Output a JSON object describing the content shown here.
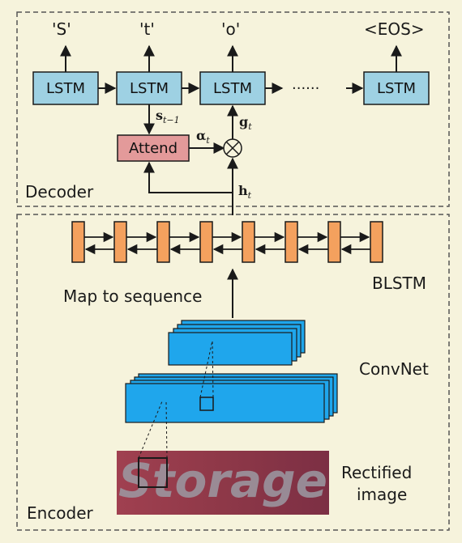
{
  "decoder": {
    "section_label": "Decoder",
    "outputs": [
      "'S'",
      "'t'",
      "'o'",
      "<EOS>"
    ],
    "lstm_label": "LSTM",
    "dots": "......",
    "attend_label": "Attend",
    "math": {
      "s_prev": "s",
      "s_prev_sub": "t−1",
      "alpha": "α",
      "alpha_sub": "t",
      "g": "g",
      "g_sub": "t",
      "h": "h",
      "h_sub": "t",
      "otimes": "⊗"
    }
  },
  "encoder": {
    "section_label": "Encoder",
    "blstm_label": "BLSTM",
    "map_label": "Map to sequence",
    "convnet_label": "ConvNet",
    "rectified_label_line1": "Rectified",
    "rectified_label_line2": "image",
    "image_text": "Storage"
  },
  "colors": {
    "background": "#f6f3dc",
    "lstm_fill": "#9ed1e3",
    "attend_fill": "#e39a9a",
    "blstm_cell_fill": "#f4a15e",
    "conv_fill": "#1fa6ec",
    "image_fill": "#8f3a4a",
    "stroke": "#1a1a1a"
  }
}
